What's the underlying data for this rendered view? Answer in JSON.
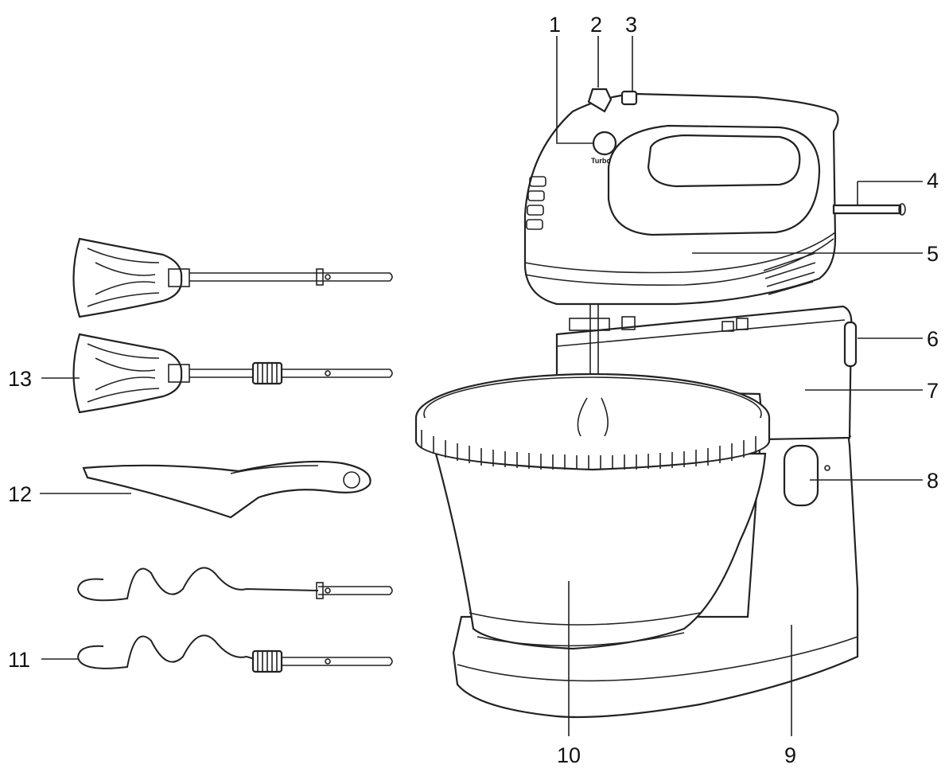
{
  "diagram": {
    "callouts": [
      {
        "id": "1",
        "text": "1"
      },
      {
        "id": "2",
        "text": "2"
      },
      {
        "id": "3",
        "text": "3"
      },
      {
        "id": "4",
        "text": "4"
      },
      {
        "id": "5",
        "text": "5"
      },
      {
        "id": "6",
        "text": "6"
      },
      {
        "id": "7",
        "text": "7"
      },
      {
        "id": "8",
        "text": "8"
      },
      {
        "id": "9",
        "text": "9"
      },
      {
        "id": "10",
        "text": "10"
      },
      {
        "id": "11",
        "text": "11"
      },
      {
        "id": "12",
        "text": "12"
      },
      {
        "id": "13",
        "text": "13"
      }
    ],
    "button_label": "Turbo"
  }
}
